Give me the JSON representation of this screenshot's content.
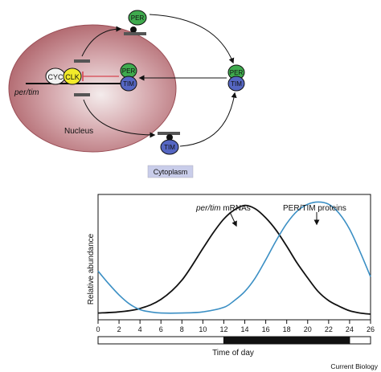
{
  "diagram": {
    "nucleus_label": "Nucleus",
    "cytoplasm_label": "Cytoplasm",
    "gene_label": "per/tim",
    "complex": {
      "cyc": "CYC",
      "clk": "CLK"
    },
    "per": "PER",
    "tim": "TIM",
    "colors": {
      "nucleus": "#b9727a",
      "per": "#3faa4e",
      "tim": "#5566c2",
      "cyc": "#f2f2f2",
      "clk": "#f2ea2a",
      "inhibit": "#d64550",
      "cytoplasm_box": "#c9cdea"
    }
  },
  "chart_data": {
    "type": "line",
    "ylabel": "Relative abundance",
    "xlabel": "Time of day",
    "xlim": [
      0,
      26
    ],
    "xticks": [
      0,
      2,
      4,
      6,
      8,
      10,
      12,
      14,
      16,
      18,
      20,
      22,
      24,
      26
    ],
    "series": [
      {
        "name_italic": "per/tim",
        "name_rest": " mRNAs",
        "color": "#111111",
        "x": [
          0,
          2,
          4,
          6,
          8,
          10,
          11,
          12,
          13,
          14,
          15,
          16,
          17,
          18,
          19,
          20,
          21,
          22,
          23,
          24,
          25,
          26
        ],
        "y": [
          0.01,
          0.02,
          0.05,
          0.13,
          0.3,
          0.58,
          0.72,
          0.84,
          0.92,
          0.96,
          0.93,
          0.85,
          0.74,
          0.6,
          0.45,
          0.32,
          0.2,
          0.12,
          0.07,
          0.03,
          0.01,
          0.0
        ]
      },
      {
        "name": "PER/TIM proteins",
        "color": "#3b8fc4",
        "x": [
          0,
          1,
          2,
          3,
          4,
          5,
          6,
          8,
          10,
          12,
          13,
          14,
          15,
          16,
          17,
          18,
          19,
          20,
          21,
          22,
          23,
          24,
          25,
          26
        ],
        "y": [
          0.38,
          0.27,
          0.17,
          0.09,
          0.04,
          0.02,
          0.01,
          0.01,
          0.02,
          0.06,
          0.12,
          0.2,
          0.32,
          0.48,
          0.65,
          0.8,
          0.91,
          0.97,
          0.99,
          0.97,
          0.89,
          0.75,
          0.55,
          0.33
        ]
      }
    ],
    "light_phase": [
      0,
      12
    ],
    "dark_phase": [
      12,
      24
    ]
  },
  "credit": "Current Biology"
}
